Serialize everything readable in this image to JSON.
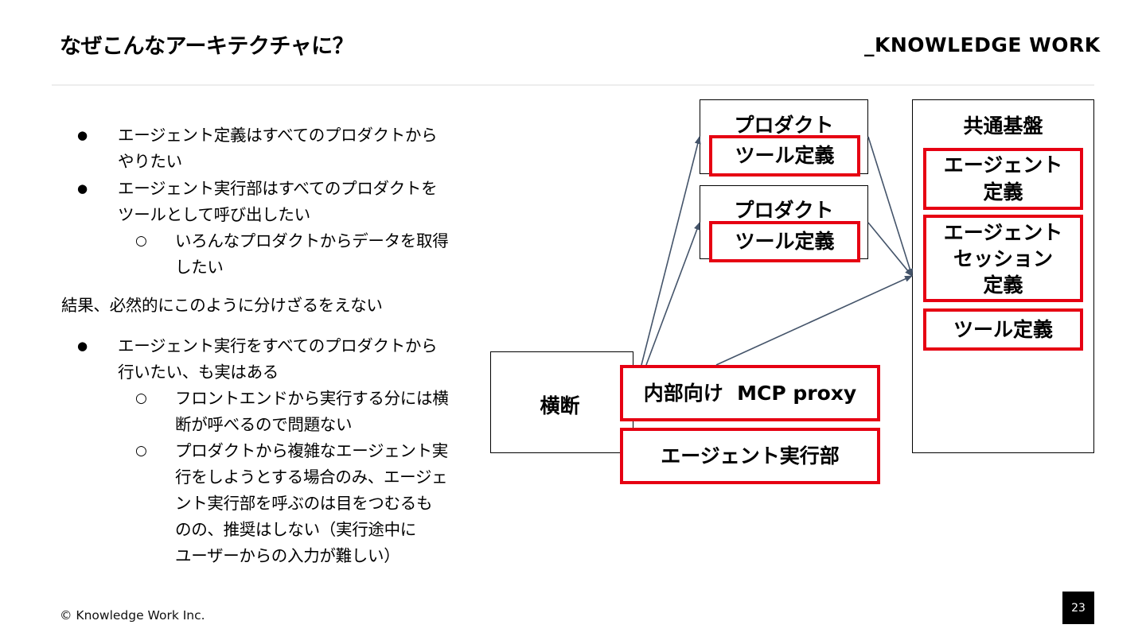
{
  "header": {
    "title": "なぜこんなアーキテクチャに？",
    "brand": "_KNOWLEDGE WORK"
  },
  "body": {
    "bullets": [
      {
        "level": 1,
        "lines": [
          "エージェント定義はすべてのプロダクトから",
          "やりたい"
        ]
      },
      {
        "level": 1,
        "lines": [
          "エージェント実行部はすべてのプロダクトを",
          "ツールとして呼び出したい"
        ]
      },
      {
        "level": 2,
        "lines": [
          "いろんなプロダクトからデータを取得",
          "したい"
        ]
      }
    ],
    "paragraph": "結果、必然的にこのように分けざるをえない",
    "bullets2": [
      {
        "level": 1,
        "lines": [
          "エージェント実行をすべてのプロダクトから",
          "行いたい、も実はある"
        ]
      },
      {
        "level": 2,
        "lines": [
          "フロントエンドから実行する分には横",
          "断が呼べるので問題ない"
        ]
      },
      {
        "level": 2,
        "lines": [
          "プロダクトから複雑なエージェント実",
          "行をしようとする場合のみ、エージェ",
          "ント実行部を呼ぶのは目をつむるも",
          "のの、推奨はしない（実行途中に",
          "ユーザーからの入力が難しい）"
        ]
      }
    ]
  },
  "diagram": {
    "product1": {
      "title": "プロダクト",
      "tool": "ツール定義"
    },
    "product2": {
      "title": "プロダクト",
      "tool": "ツール定義"
    },
    "shared": {
      "title": "共通基盤",
      "agent_def": "エージェント\n定義",
      "session_def": "エージェント\nセッション\n定義",
      "tool_def": "ツール定義"
    },
    "cross": {
      "title": "横断",
      "mcp_proxy": "内部向け  MCP proxy",
      "agent_exec": "エージェント実行部"
    },
    "colors": {
      "highlight": "#e60012",
      "arrow": "#44546a"
    }
  },
  "footer": {
    "copyright": "© Knowledge Work Inc.",
    "page_number": "23"
  }
}
